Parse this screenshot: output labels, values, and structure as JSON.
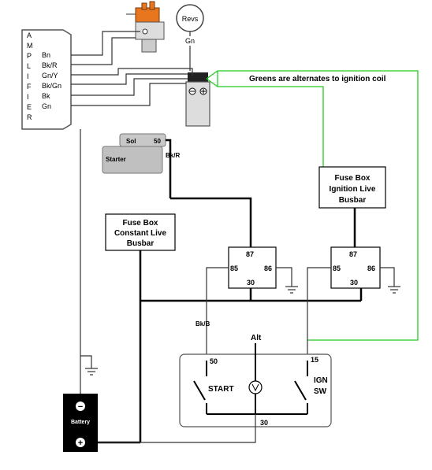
{
  "amplifier": {
    "title_letters": [
      "A",
      "M",
      "P",
      "L",
      "I",
      "F",
      "I",
      "E",
      "R"
    ],
    "terminals": [
      "Bn",
      "Bk/R",
      "Gn/Y",
      "Bk/Gn",
      "Bk",
      "Gn"
    ]
  },
  "revs": {
    "label": "Revs",
    "wire": "Gn"
  },
  "annotation": {
    "text": "Greens are alternates to ignition coil",
    "color": "#22cc22"
  },
  "solenoid": {
    "label": "Sol",
    "terminal": "50",
    "wire": "Bk/R"
  },
  "starter": {
    "label": "Starter"
  },
  "fusebox_constant": {
    "lines": [
      "Fuse Box",
      "Constant Live",
      "Busbar"
    ]
  },
  "fusebox_ignition": {
    "lines": [
      "Fuse Box",
      "Ignition Live",
      "Busbar"
    ]
  },
  "relay_left": {
    "t87": "87",
    "t85": "85",
    "t86": "86",
    "t30": "30"
  },
  "relay_right": {
    "t87": "87",
    "t85": "85",
    "t86": "86",
    "t30": "30"
  },
  "switch_box": {
    "t50": "50",
    "t15": "15",
    "t30": "30",
    "start_label": "START",
    "ign_label": [
      "IGN",
      "SW"
    ],
    "alt_label": "Alt"
  },
  "wire_bkb": "Bk/B",
  "battery": {
    "label": "Battery",
    "minus": "−",
    "plus": "+"
  }
}
